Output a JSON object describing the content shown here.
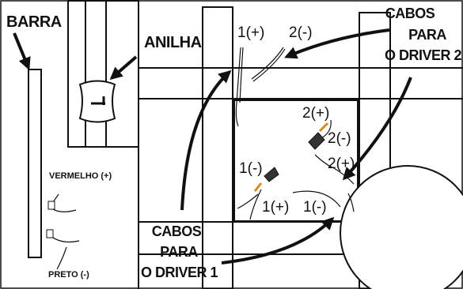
{
  "labels": {
    "barra": "BARRA",
    "anilha": "ANILHA",
    "cabos_driver2": [
      "CABOS",
      "PARA",
      "O DRIVER 2"
    ],
    "cabos_driver1": [
      "CABOS",
      "PARA",
      "O DRIVER 1"
    ],
    "vermelho": "VERMELHO (+)",
    "preto": "PRETO (-)",
    "top_plus": "1(+)",
    "top_minus": "2(-)",
    "box_2plus_upper": "2(+)",
    "box_2minus": "2(-)",
    "box_1minus_left": "1(-)",
    "box_2plus_lower": "2(+)",
    "box_1plus": "1(+)",
    "box_1minus_bottom": "1(-)"
  }
}
